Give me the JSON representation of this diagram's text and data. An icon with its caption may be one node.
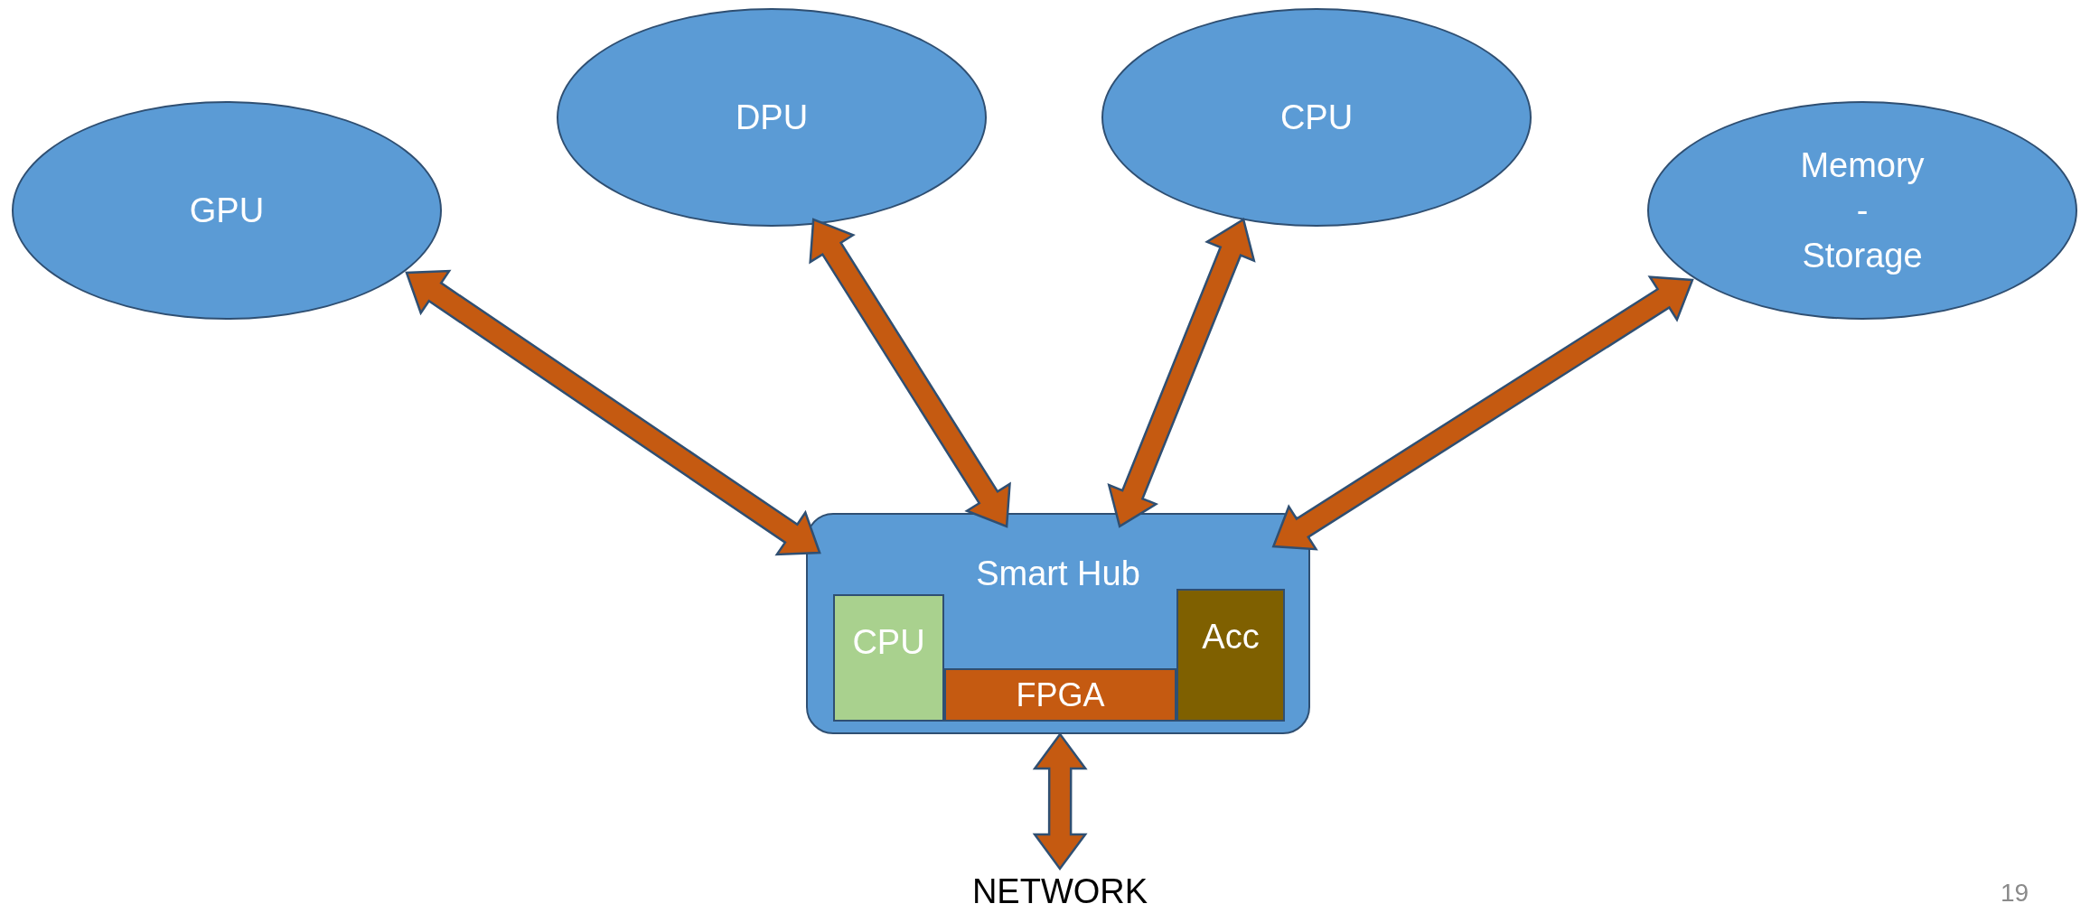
{
  "diagram": {
    "nodes": [
      {
        "text": [
          "GPU"
        ]
      },
      {
        "text": [
          "DPU"
        ]
      },
      {
        "text": [
          "CPU"
        ]
      },
      {
        "text": [
          "Memory - Storage"
        ]
      },
      {
        "text": [
          "Smart Hub"
        ]
      },
      {
        "text": [
          "CPU"
        ],
        "in": 4
      },
      {
        "text": [
          "FPGA"
        ],
        "in": 4
      },
      {
        "text": [
          "Acc"
        ],
        "in": 4
      },
      {
        "text": [
          "NETWORK"
        ]
      }
    ],
    "edges": [
      {
        "from": 0,
        "to": 4,
        "arrow": "both",
        "style": "thick"
      },
      {
        "from": 1,
        "to": 4,
        "arrow": "both",
        "style": "thick"
      },
      {
        "from": 2,
        "to": 4,
        "arrow": "both",
        "style": "thick"
      },
      {
        "from": 3,
        "to": 4,
        "arrow": "both",
        "style": "thick"
      },
      {
        "from": 4,
        "to": 8,
        "arrow": "both",
        "style": "thick"
      }
    ],
    "labels": [
      "19"
    ]
  }
}
